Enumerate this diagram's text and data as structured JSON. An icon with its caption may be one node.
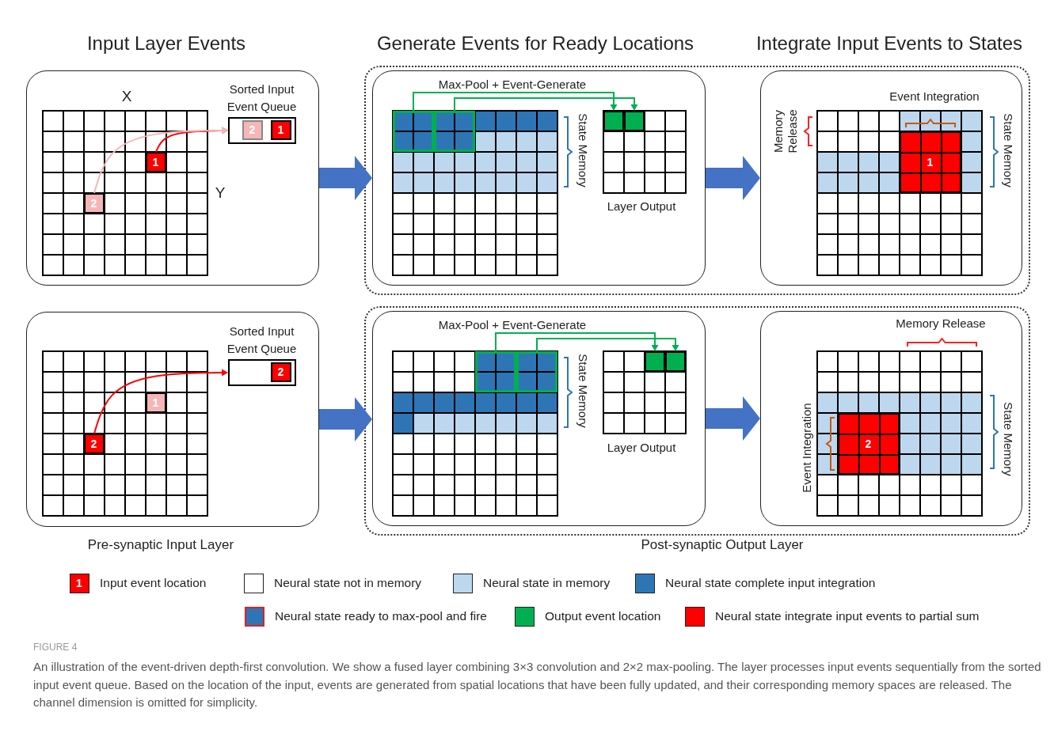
{
  "diagram": {
    "caption": "An illustration of the event-driven depth-first convolution. We show a fused layer combining 3×3 convolution and 2×2 max-pooling. The layer processes input events sequentially from the sorted input event queue. Based on the location of the input, events are generated from spatial locations that have been fully updated, and their corresponding memory spaces are released. The channel dimension is omitted for simplicity.",
    "nodes": [
      {
        "text": [],
        "shape": "box"
      },
      {
        "text": [
          "1"
        ],
        "in": 0
      },
      {
        "text": [
          "2"
        ],
        "in": 0
      },
      {
        "text": [
          "Sorted Input Event Queue"
        ],
        "in": 0
      },
      {
        "text": [
          "2"
        ],
        "in": 3
      },
      {
        "text": [
          "1"
        ],
        "in": 3
      },
      {
        "text": [],
        "shape": "box"
      },
      {
        "text": [],
        "shape": "box",
        "in": 6
      },
      {
        "text": [],
        "shape": "box",
        "in": 7
      },
      {
        "text": [],
        "shape": "box",
        "in": 7
      },
      {
        "text": [],
        "shape": "box",
        "in": 7
      },
      {
        "text": [],
        "shape": "box",
        "in": 7
      },
      {
        "text": [],
        "shape": "box",
        "in": 6
      },
      {
        "text": [
          "1"
        ],
        "in": 12
      },
      {
        "text": [],
        "shape": "box"
      },
      {
        "text": [
          "1"
        ],
        "in": 14
      },
      {
        "text": [
          "2"
        ],
        "in": 14
      },
      {
        "text": [
          "Sorted Input Event Queue"
        ],
        "in": 14
      },
      {
        "text": [
          "2"
        ],
        "in": 17
      },
      {
        "text": [],
        "shape": "box"
      },
      {
        "text": [],
        "shape": "box",
        "in": 19
      },
      {
        "text": [],
        "shape": "box",
        "in": 20
      },
      {
        "text": [],
        "shape": "box",
        "in": 20
      },
      {
        "text": [],
        "shape": "box",
        "in": 20
      },
      {
        "text": [],
        "shape": "box",
        "in": 20
      },
      {
        "text": [],
        "shape": "box",
        "in": 19
      },
      {
        "text": [
          "2"
        ],
        "in": 25
      }
    ],
    "edges": [
      {
        "from": 1,
        "to": 3,
        "arrow": "to",
        "color": "#ff0000"
      },
      {
        "from": 2,
        "to": 3,
        "arrow": "to",
        "color": "#f4b6b6"
      },
      {
        "from": 8,
        "to": 10,
        "arrow": "to",
        "color": "#00b050"
      },
      {
        "from": 9,
        "to": 11,
        "arrow": "to",
        "color": "#00b050"
      },
      {
        "from": 0,
        "to": 7,
        "arrow": "to",
        "style": "thick",
        "color": "#4472c4"
      },
      {
        "from": 7,
        "to": 12,
        "arrow": "to",
        "style": "thick",
        "color": "#4472c4"
      },
      {
        "from": 16,
        "to": 17,
        "arrow": "to",
        "color": "#ff0000"
      },
      {
        "from": 21,
        "to": 23,
        "arrow": "to",
        "color": "#00b050"
      },
      {
        "from": 22,
        "to": 24,
        "arrow": "to",
        "color": "#00b050"
      },
      {
        "from": 14,
        "to": 20,
        "arrow": "to",
        "style": "thick",
        "color": "#4472c4"
      },
      {
        "from": 20,
        "to": 25,
        "arrow": "to",
        "style": "thick",
        "color": "#4472c4"
      }
    ],
    "labels": [
      "Input Layer Events",
      "Generate Events for Ready Locations",
      "Integrate Input Events to States",
      "X",
      "Y",
      "Max-Pool + Event-Generate",
      "State Memory",
      "Layer Output",
      "Memory Release",
      "Event Integration",
      "State Memory",
      "Max-Pool + Event-Generate",
      "State Memory",
      "Layer Output",
      "Memory Release",
      "Event Integration",
      "State Memory",
      "Pre-synaptic Input Layer",
      "Post-synaptic Output Layer",
      "1",
      "FIGURE 4"
    ],
    "legend": [
      {
        "text": "Input event location",
        "color": "#ff0000"
      },
      {
        "text": "Neural state not in memory",
        "color": "#ffffff"
      },
      {
        "text": "Neural state in memory",
        "color": "#bdd7ee"
      },
      {
        "text": "Neural state complete input integration",
        "color": "#2e75b6"
      },
      {
        "text": "Neural state ready to max-pool and fire"
      },
      {
        "text": "Output event location",
        "color": "#00b050"
      },
      {
        "text": "Neural state integrate input events to partial sum",
        "color": "#ff0000"
      }
    ]
  }
}
